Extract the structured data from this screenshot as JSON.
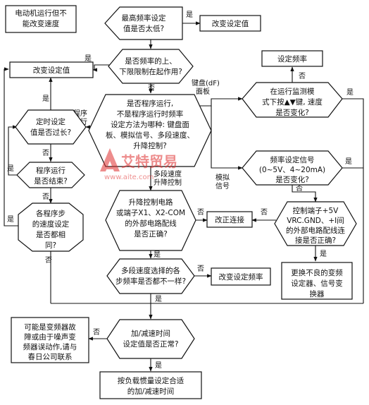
{
  "nodes": {
    "title_box": [
      "电动机运行但不",
      "能改变速度"
    ],
    "d_maxfreq": [
      "最高频率设定",
      "值是否太低?"
    ],
    "b_change1": [
      "改变设定值"
    ],
    "d_limits": [
      "是否频率的上、",
      "下限限制在起作用?"
    ],
    "b_change2": [
      "改变设定值"
    ],
    "d_program": [
      "是否程序运行,",
      "不是程序运行时频率",
      "设定方法为哪种: 键盘面",
      "板、模拟信号、多段速度、",
      "升降控制?"
    ],
    "d_timer": [
      "定时设定",
      "值是否过长?"
    ],
    "d_progend": [
      "程序运行",
      "是否结束?"
    ],
    "d_steps": [
      "各程序步",
      "的速度设定",
      "是否都相",
      "同?"
    ],
    "b_setfreq": [
      "设定频率"
    ],
    "d_keypad": [
      "在运行监测模",
      "式下按▲▼键, 速度",
      "是否变化?"
    ],
    "d_signal": [
      "频率设定信号",
      "(0~5V、4~20mA)",
      "是否变化?"
    ],
    "d_updown": [
      "升降控制电路",
      "或端子X1、X2-COM",
      "的外部电路配线",
      "是否正确?"
    ],
    "b_fixwire": [
      "改正连接"
    ],
    "d_terminal": [
      "控制端子+5V",
      "VRC.GND、+I间",
      "的外部电路配线连",
      "接是否正确?"
    ],
    "b_replace": [
      "更换不良的变频",
      "设定器、信号变",
      "换器"
    ],
    "d_multistep": [
      "多段速度选择的各",
      "步频率是否都不一样?"
    ],
    "b_changefreq": [
      "改变设定频率"
    ],
    "b_fault": [
      "可能是变频器故",
      "障或由于噪声变",
      "频器误动作,请与",
      "春日公司联系"
    ],
    "d_accel": [
      "加/减速时间",
      "设定值是否正常?"
    ],
    "b_setaccel": [
      "按负载惯量设定合适",
      "的加/减速时间"
    ]
  },
  "labels": {
    "yes": "是",
    "no": "否",
    "program_run": [
      "程序",
      "运行"
    ],
    "keypad_panel": [
      "键盘(dF)",
      "面板"
    ],
    "analog_signal": [
      "模拟",
      "信号"
    ],
    "multistep_speed": "多段速度",
    "updown_control": "升降控制"
  },
  "watermark": {
    "brand": "艾特贸易",
    "url": "www.aite.com"
  }
}
